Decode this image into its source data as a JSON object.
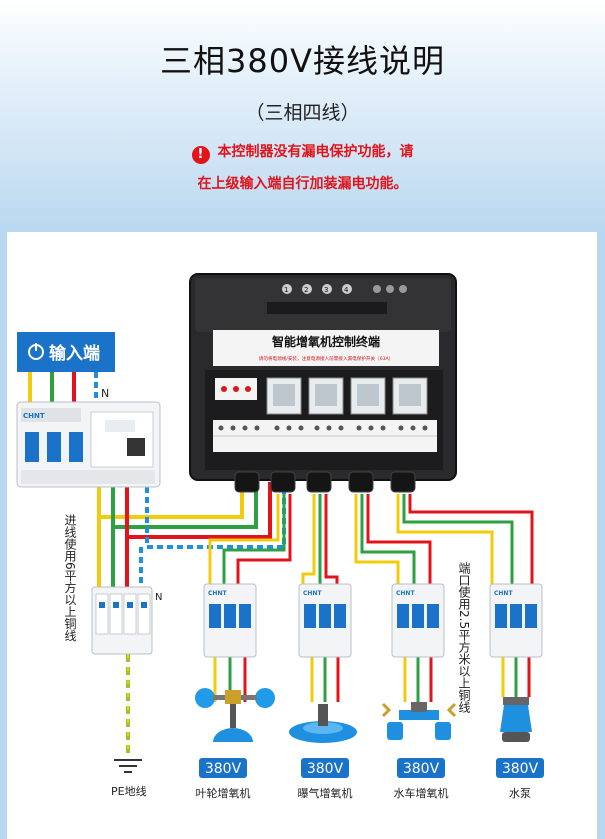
{
  "header": {
    "title": "三相380V接线说明",
    "subtitle": "（三相四线）",
    "warning_icon": "!",
    "warning_line1": "本控制器没有漏电保护功能，请",
    "warning_line2": "在上级输入端自行加装漏电功能。"
  },
  "diagram": {
    "input_label": "输入端",
    "neutral_label": "N",
    "spd_neutral_label": "N",
    "controller_title": "智能增氧机控制终端",
    "controller_warning": "请勿将电源线/安装，注意电源接入前需接入漏电保护开关（63A）",
    "left_wire_note": "进线使用6平方以上铜线",
    "right_wire_note": "端口使用2.5平方米以上铜线",
    "ground_label": "PE地线",
    "breaker_brand": "CHNT",
    "port_numbers": [
      "1",
      "2",
      "3",
      "4"
    ],
    "devices": [
      {
        "voltage": "380V",
        "name": "叶轮增氧机"
      },
      {
        "voltage": "380V",
        "name": "曝气增氧机"
      },
      {
        "voltage": "380V",
        "name": "水车增氧机"
      },
      {
        "voltage": "380V",
        "name": "水泵"
      }
    ]
  },
  "colors": {
    "phase_yellow": "#f2cc0c",
    "phase_green": "#2ea043",
    "phase_red": "#e1141b",
    "neutral_blue": "#1f8fe0",
    "ground_yg": "#9fc131",
    "badge_blue": "#1a73c9"
  }
}
